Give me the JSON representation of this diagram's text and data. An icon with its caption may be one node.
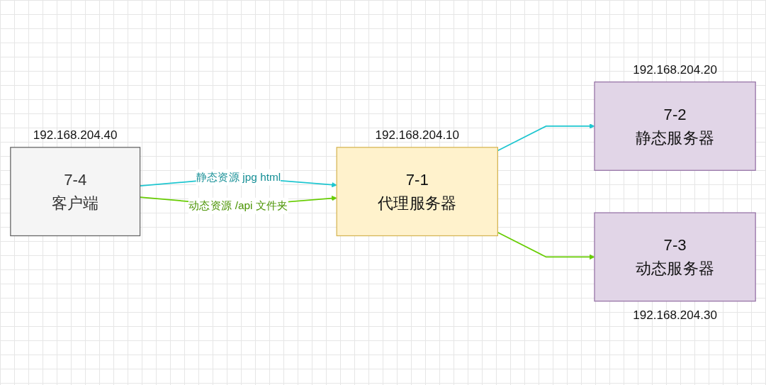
{
  "diagram": {
    "nodes": [
      {
        "text": [
          "7-4",
          "客户端"
        ],
        "beside": [
          "192.168.204.40"
        ]
      },
      {
        "text": [
          "7-1",
          "代理服务器"
        ],
        "beside": [
          "192.168.204.10"
        ]
      },
      {
        "text": [
          "7-2",
          "静态服务器"
        ],
        "beside": [
          "192.168.204.20"
        ]
      },
      {
        "text": [
          "7-3",
          "动态服务器"
        ],
        "beside": [
          "192.168.204.30"
        ]
      }
    ],
    "edges": [
      {
        "from": 0,
        "to": 1,
        "arrow": "to",
        "label": "静态资源 jpg html",
        "color": "#1ec6d0"
      },
      {
        "from": 0,
        "to": 1,
        "arrow": "to",
        "label": "动态资源 /api 文件夹",
        "color": "#66cc00"
      },
      {
        "from": 1,
        "to": 2,
        "arrow": "to",
        "color": "#1ec6d0"
      },
      {
        "from": 1,
        "to": 3,
        "arrow": "to",
        "color": "#66cc00"
      }
    ]
  }
}
